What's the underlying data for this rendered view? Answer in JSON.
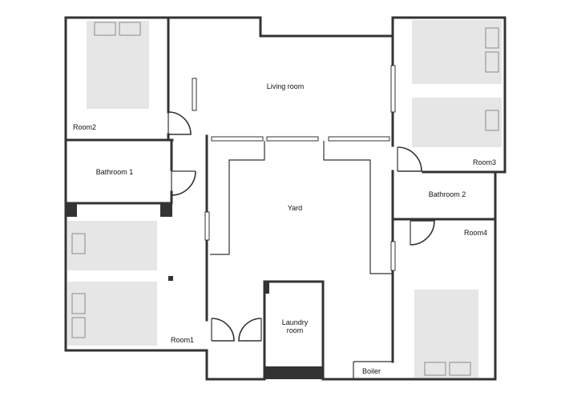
{
  "rooms": {
    "room2": "Room2",
    "living_room": "Living room",
    "room3": "Room3",
    "bathroom1": "Bathroom 1",
    "bathroom2": "Bathroom 2",
    "yard": "Yard",
    "room4": "Room4",
    "laundry_line1": "Laundry",
    "laundry_line2": "room",
    "room1": "Room1",
    "boiler": "Boiler"
  },
  "colors": {
    "wall": "#333333",
    "furniture": "#e6e6e6",
    "pillow_outline": "#999999"
  }
}
